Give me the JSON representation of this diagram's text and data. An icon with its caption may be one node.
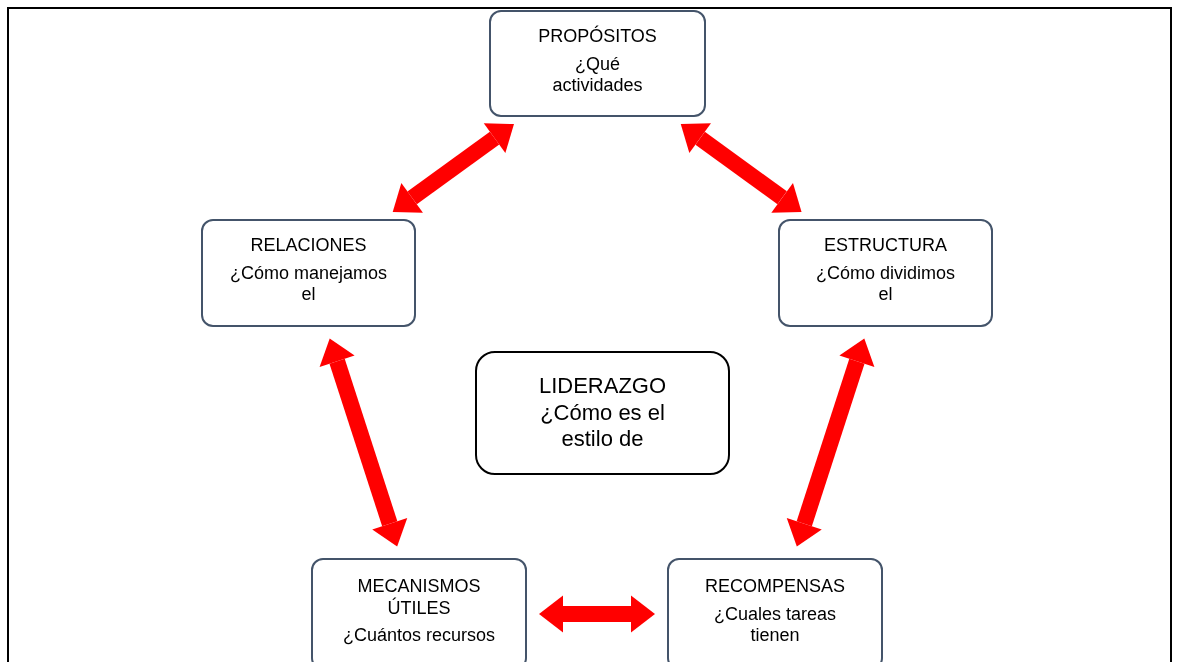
{
  "diagram": {
    "nodes": [
      {
        "text": [
          "PROPÓSITOS",
          "¿Qué actividades"
        ]
      },
      {
        "text": [
          "RELACIONES",
          "¿Cómo manejamos el"
        ]
      },
      {
        "text": [
          "ESTRUCTURA",
          "¿Cómo dividimos el"
        ]
      },
      {
        "text": [
          "LIDERAZGO",
          "¿Cómo es el estilo de"
        ]
      },
      {
        "text": [
          "MECANISMOS ÚTILES",
          "¿Cuántos recursos"
        ]
      },
      {
        "text": [
          "RECOMPENSAS",
          "¿Cuales tareas tienen"
        ]
      }
    ],
    "edges": [
      {
        "from": 0,
        "to": 1,
        "arrow": "both"
      },
      {
        "from": 0,
        "to": 2,
        "arrow": "both"
      },
      {
        "from": 1,
        "to": 4,
        "arrow": "both"
      },
      {
        "from": 2,
        "to": 5,
        "arrow": "both"
      },
      {
        "from": 4,
        "to": 5,
        "arrow": "both"
      }
    ]
  }
}
